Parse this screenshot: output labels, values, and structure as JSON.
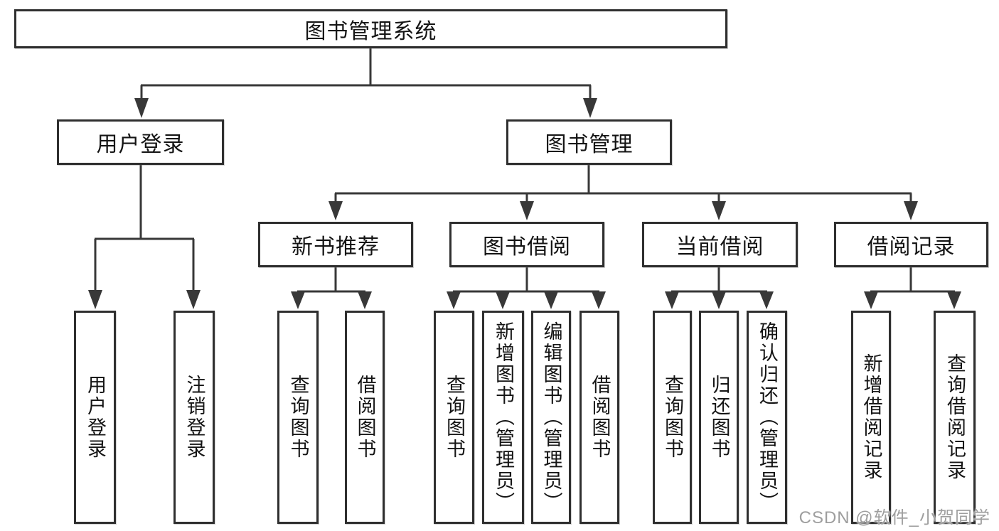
{
  "diagram": {
    "type": "tree",
    "root": {
      "label": "图书管理系统"
    },
    "branches": [
      {
        "label": "用户登录",
        "children": [
          {
            "label": "用户登录"
          },
          {
            "label": "注销登录"
          }
        ]
      },
      {
        "label": "图书管理",
        "children": [
          {
            "label": "新书推荐",
            "children": [
              {
                "label": "查询图书"
              },
              {
                "label": "借阅图书"
              }
            ]
          },
          {
            "label": "图书借阅",
            "children": [
              {
                "label": "查询图书"
              },
              {
                "label": "新增图书（管理员）"
              },
              {
                "label": "编辑图书（管理员）"
              },
              {
                "label": "借阅图书"
              }
            ]
          },
          {
            "label": "当前借阅",
            "children": [
              {
                "label": "查询图书"
              },
              {
                "label": "归还图书"
              },
              {
                "label": "确认归还（管理员）"
              }
            ]
          },
          {
            "label": "借阅记录",
            "children": [
              {
                "label": "新增借阅记录"
              },
              {
                "label": "查询借阅记录"
              }
            ]
          }
        ]
      }
    ]
  },
  "watermark": {
    "text": "CSDN @软件_小贺同学",
    "color": "#9e9e9e"
  },
  "colors": {
    "line": "#383838",
    "box_border": "#2f2f2f",
    "text": "#141414",
    "background": "#ffffff"
  }
}
